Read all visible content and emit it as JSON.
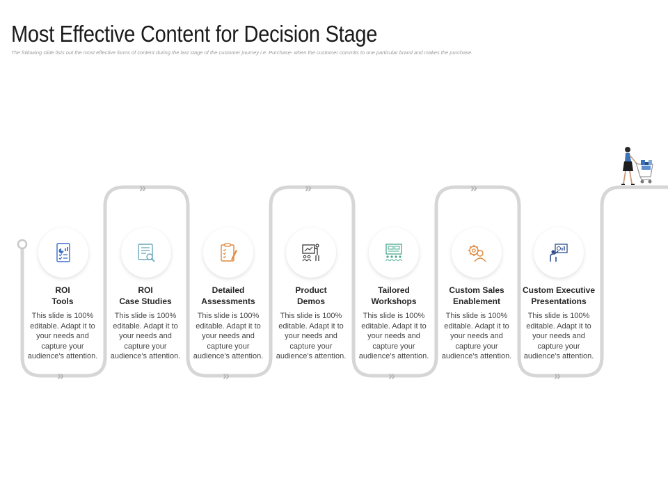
{
  "title": "Most Effective Content for Decision Stage",
  "subtitle": "The following slide lists out the most effective forms of content during the last stage of the customer journey i.e. Purchase- when the customer commits to one particular brand and makes the purchase.",
  "chevron": "»",
  "steps": [
    {
      "title_line1": "ROI",
      "title_line2": "Tools",
      "icon": "report-chart-icon",
      "color": "#3b6fc7",
      "desc": [
        "This slide is 100%",
        "editable. Adapt it to",
        "your needs and",
        "capture your",
        "audience's attention."
      ]
    },
    {
      "title_line1": "ROI",
      "title_line2": "Case Studies",
      "icon": "document-search-icon",
      "color": "#6aa7b8",
      "desc": [
        "This slide is 100%",
        "editable. Adapt it to",
        "your needs and",
        "capture your",
        "audience's attention."
      ]
    },
    {
      "title_line1": "Detailed",
      "title_line2": "Assessments",
      "icon": "clipboard-pencil-icon",
      "color": "#e0873a",
      "desc": [
        "This slide is 100%",
        "editable. Adapt it to",
        "your needs and",
        "capture your",
        "audience's attention."
      ]
    },
    {
      "title_line1": "Product",
      "title_line2": "Demos",
      "icon": "presenter-board-icon",
      "color": "#3a3a3a",
      "desc": [
        "This slide is 100%",
        "editable. Adapt it to",
        "your needs and",
        "capture your",
        "audience's attention."
      ]
    },
    {
      "title_line1": "Tailored",
      "title_line2": "Workshops",
      "icon": "workshop-audience-icon",
      "color": "#4aa88f",
      "desc": [
        "This slide is 100%",
        "editable. Adapt it to",
        "your needs and",
        "capture your",
        "audience's attention."
      ]
    },
    {
      "title_line1": "Custom Sales",
      "title_line2": "Enablement",
      "icon": "gear-person-icon",
      "color": "#e0873a",
      "desc": [
        "This slide is 100%",
        "editable. Adapt it to",
        "your needs and",
        "capture your",
        "audience's attention."
      ]
    },
    {
      "title_line1": "Custom Executive",
      "title_line2": "Presentations",
      "icon": "executive-presenter-icon",
      "color": "#2e4f8c",
      "desc": [
        "This slide is 100%",
        "editable. Adapt it to",
        "your needs and",
        "capture your",
        "audience's attention."
      ]
    }
  ],
  "colors": {
    "track": "#d6d6d6",
    "chevron": "#b8b8b8"
  }
}
